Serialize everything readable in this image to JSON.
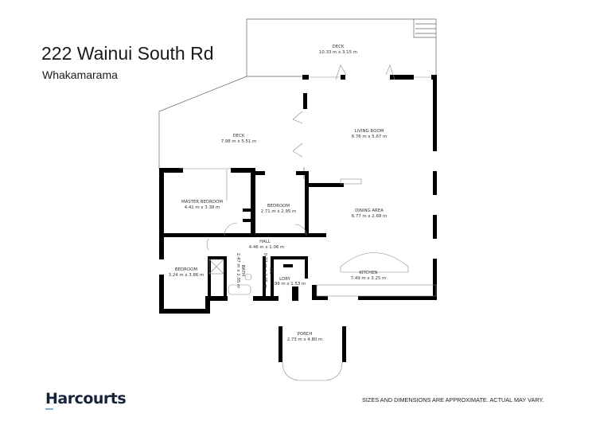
{
  "header": {
    "title": "222 Wainui South Rd",
    "subtitle": "Whakamarama"
  },
  "rooms": {
    "deck_top": {
      "name": "DECK",
      "dims": "10.33 m x 3.15 m"
    },
    "deck_left": {
      "name": "DECK",
      "dims": "7.98 m x 5.51 m"
    },
    "living": {
      "name": "LIVING ROOM",
      "dims": "6.76 m x 5.67 m"
    },
    "master": {
      "name": "MASTER BEDROOM",
      "dims": "4.41 m x 3.38 m"
    },
    "bedroom2": {
      "name": "BEDROOM",
      "dims": "2.71 m x 2.95 m"
    },
    "dining": {
      "name": "DINING AREA",
      "dims": "6.77 m x 2.68 m"
    },
    "hall": {
      "name": "HALL",
      "dims": "4.46 m x 1.06 m"
    },
    "bedroom3": {
      "name": "BEDROOM",
      "dims": "3.24 m x 3.86 m"
    },
    "bath": {
      "name": "BATH",
      "dims": "2.47 m x 2.05 m"
    },
    "wc": {
      "name": "WC",
      "dims": "0.73 m x 2.05 m"
    },
    "laundry": {
      "name": "LDRY",
      "dims": "0.99 m x 1.53 m"
    },
    "kitchen": {
      "name": "KITCHEN",
      "dims": "7.49 m x 3.25 m"
    },
    "porch": {
      "name": "PORCH",
      "dims": "2.73 m x 4.80 m"
    }
  },
  "footer": {
    "brand": "Harcourts",
    "disclaimer": "SIZES AND DIMENSIONS ARE APPROXIMATE. ACTUAL MAY VARY."
  },
  "colors": {
    "wall": "#000000",
    "brand": "#17223b",
    "brand_accent": "#7fb4e0"
  }
}
